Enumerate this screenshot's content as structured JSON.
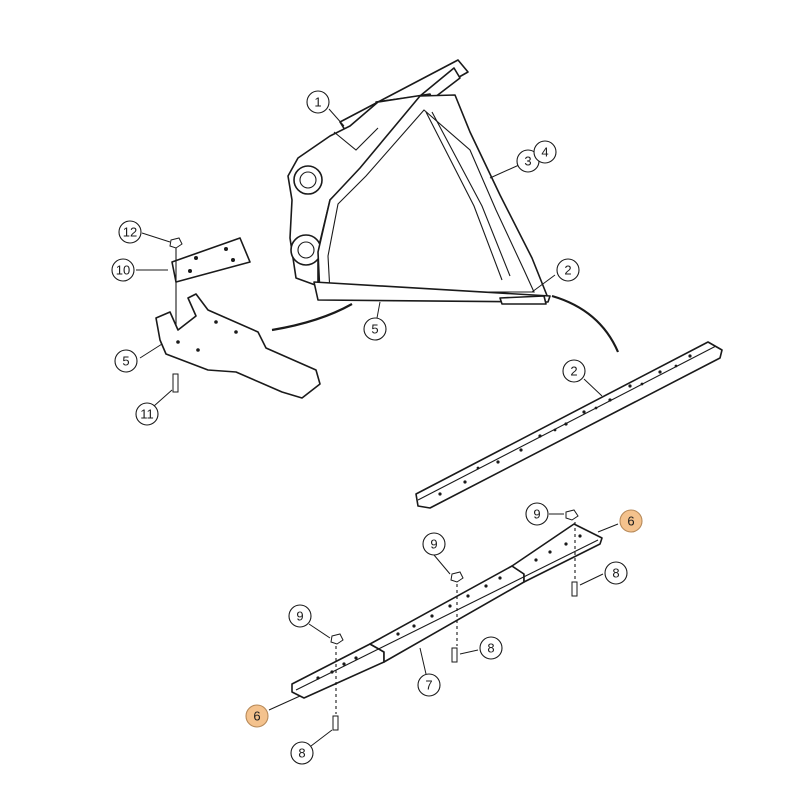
{
  "callouts": [
    {
      "id": "c1",
      "label": "1"
    },
    {
      "id": "c3",
      "label": "3"
    },
    {
      "id": "c4",
      "label": "4"
    },
    {
      "id": "c2a",
      "label": "2"
    },
    {
      "id": "c5a",
      "label": "5"
    },
    {
      "id": "c12",
      "label": "12"
    },
    {
      "id": "c10",
      "label": "10"
    },
    {
      "id": "c5b",
      "label": "5"
    },
    {
      "id": "c11",
      "label": "11"
    },
    {
      "id": "c2b",
      "label": "2"
    },
    {
      "id": "c9a",
      "label": "9"
    },
    {
      "id": "c6a",
      "label": "6",
      "highlight": true
    },
    {
      "id": "c9b",
      "label": "9"
    },
    {
      "id": "c8a",
      "label": "8"
    },
    {
      "id": "c9c",
      "label": "9"
    },
    {
      "id": "c8b",
      "label": "8"
    },
    {
      "id": "c7",
      "label": "7"
    },
    {
      "id": "c6b",
      "label": "6",
      "highlight": true
    },
    {
      "id": "c8c",
      "label": "8"
    }
  ],
  "colors": {
    "highlight_fill": "#f4c28d",
    "line": "#1a1a1a",
    "background": "#ffffff"
  }
}
